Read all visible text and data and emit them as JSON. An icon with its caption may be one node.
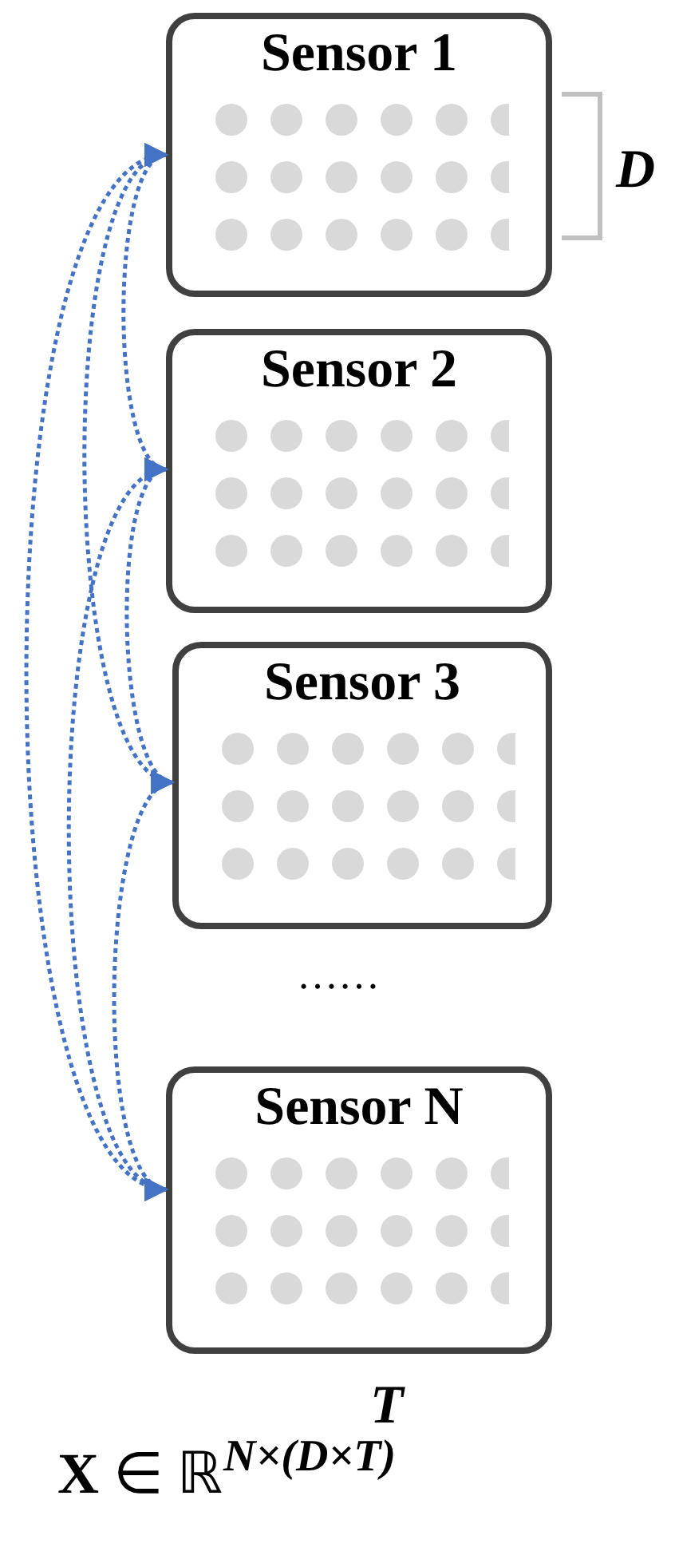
{
  "diagram": {
    "nodes": [
      {
        "text": [
          "Sensor 1"
        ]
      },
      {
        "text": [
          "Sensor 2"
        ]
      },
      {
        "text": [
          "Sensor 3"
        ]
      },
      {
        "text": [
          "Sensor N"
        ]
      }
    ],
    "edges": [
      {
        "from": 0,
        "to": 1,
        "arrow": "both",
        "style": "dashed"
      },
      {
        "from": 0,
        "to": 2,
        "arrow": "both",
        "style": "dashed"
      },
      {
        "from": 0,
        "to": 3,
        "arrow": "both",
        "style": "dashed"
      },
      {
        "from": 1,
        "to": 2,
        "arrow": "both",
        "style": "dashed"
      },
      {
        "from": 1,
        "to": 3,
        "arrow": "both",
        "style": "dashed"
      },
      {
        "from": 2,
        "to": 3,
        "arrow": "both",
        "style": "dashed"
      }
    ],
    "labels": [
      "D",
      "……",
      "T",
      "**X** ∈ ℝ$^{N×(D×T)}$"
    ]
  }
}
